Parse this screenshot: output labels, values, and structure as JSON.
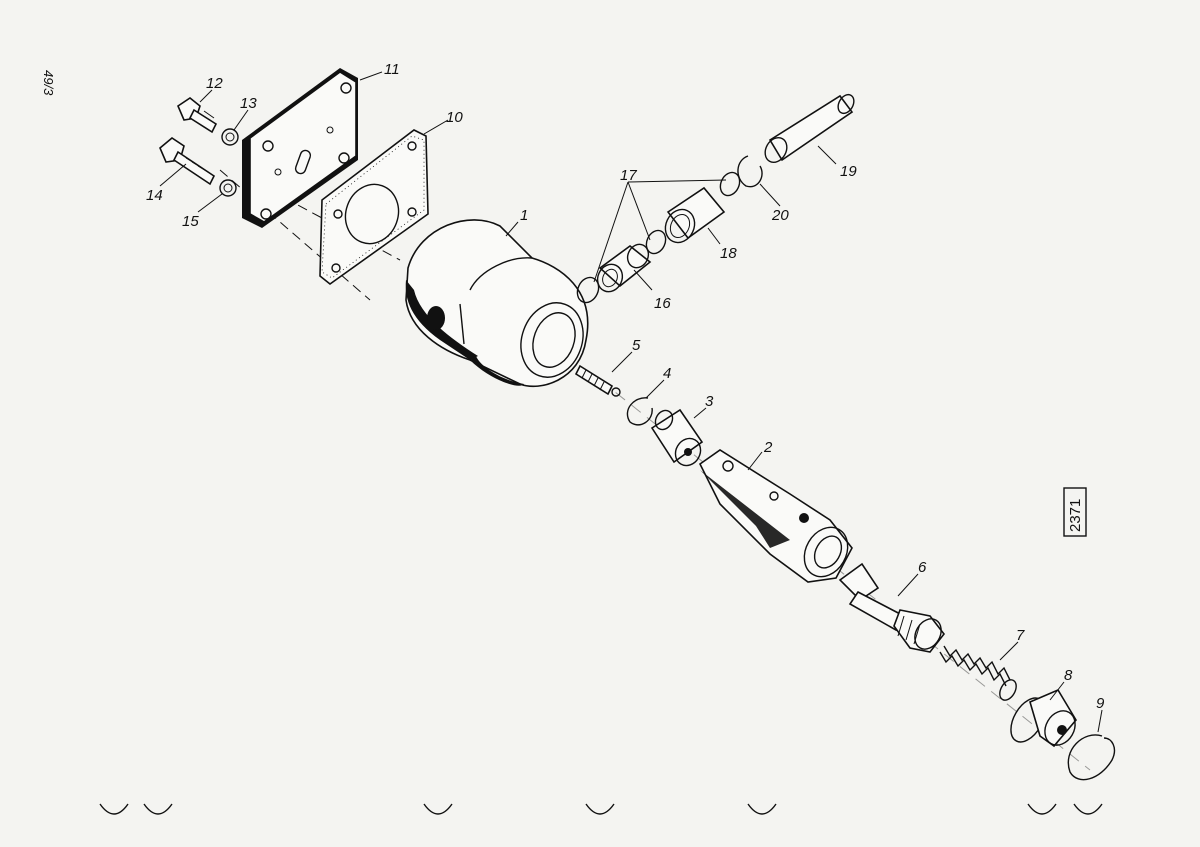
{
  "page_number": "49/3",
  "drawing_number": "2371",
  "callouts": [
    {
      "id": "1"
    },
    {
      "id": "2"
    },
    {
      "id": "3"
    },
    {
      "id": "4"
    },
    {
      "id": "5"
    },
    {
      "id": "6"
    },
    {
      "id": "7"
    },
    {
      "id": "8"
    },
    {
      "id": "9"
    },
    {
      "id": "10"
    },
    {
      "id": "11"
    },
    {
      "id": "12"
    },
    {
      "id": "13"
    },
    {
      "id": "14"
    },
    {
      "id": "15"
    },
    {
      "id": "16"
    },
    {
      "id": "17"
    },
    {
      "id": "18"
    },
    {
      "id": "19"
    },
    {
      "id": "20"
    }
  ]
}
